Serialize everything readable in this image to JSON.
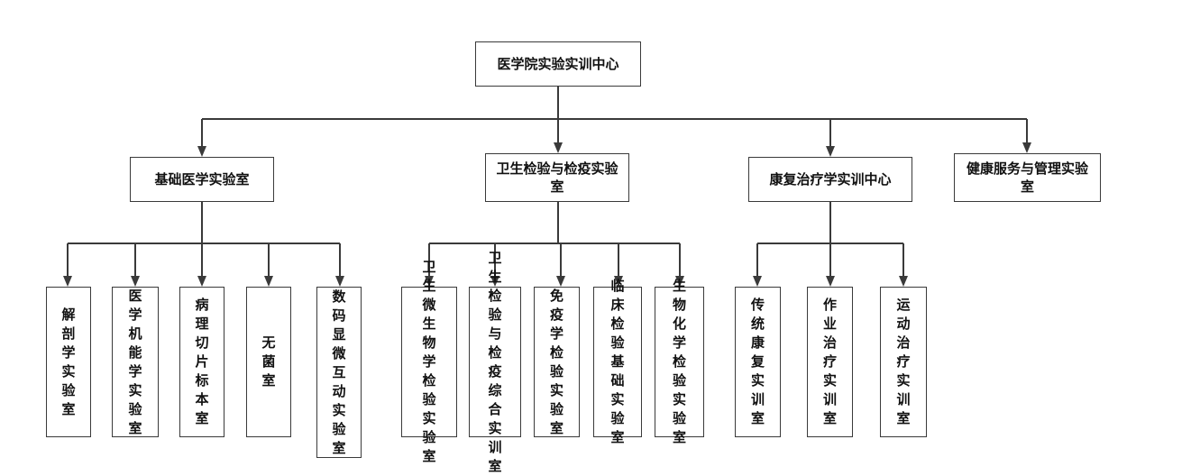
{
  "root": "医学院实验实训中心",
  "departments": [
    {
      "label": "基础医学实验室",
      "children": [
        "解剖学实验室",
        "医学机能学实验室",
        "病理切片标本室",
        "无菌室",
        "数码显微互动实验室"
      ]
    },
    {
      "label": "卫生检验与检疫实验室",
      "children": [
        "卫生微生物学检验实验室",
        "卫生检验与检疫综合实训室",
        "免疫学检验实验室",
        "临床检验基础实验室",
        "生物化学检验实验室"
      ]
    },
    {
      "label": "康复治疗学实训中心",
      "children": [
        "传统康复实训室",
        "作业治疗实训室",
        "运动治疗实训室"
      ]
    },
    {
      "label": "健康服务与管理实验室",
      "children": []
    }
  ],
  "colors": {
    "line": "#3a3a3a",
    "box_border": "#3a3a3a",
    "background": "#ffffff"
  }
}
